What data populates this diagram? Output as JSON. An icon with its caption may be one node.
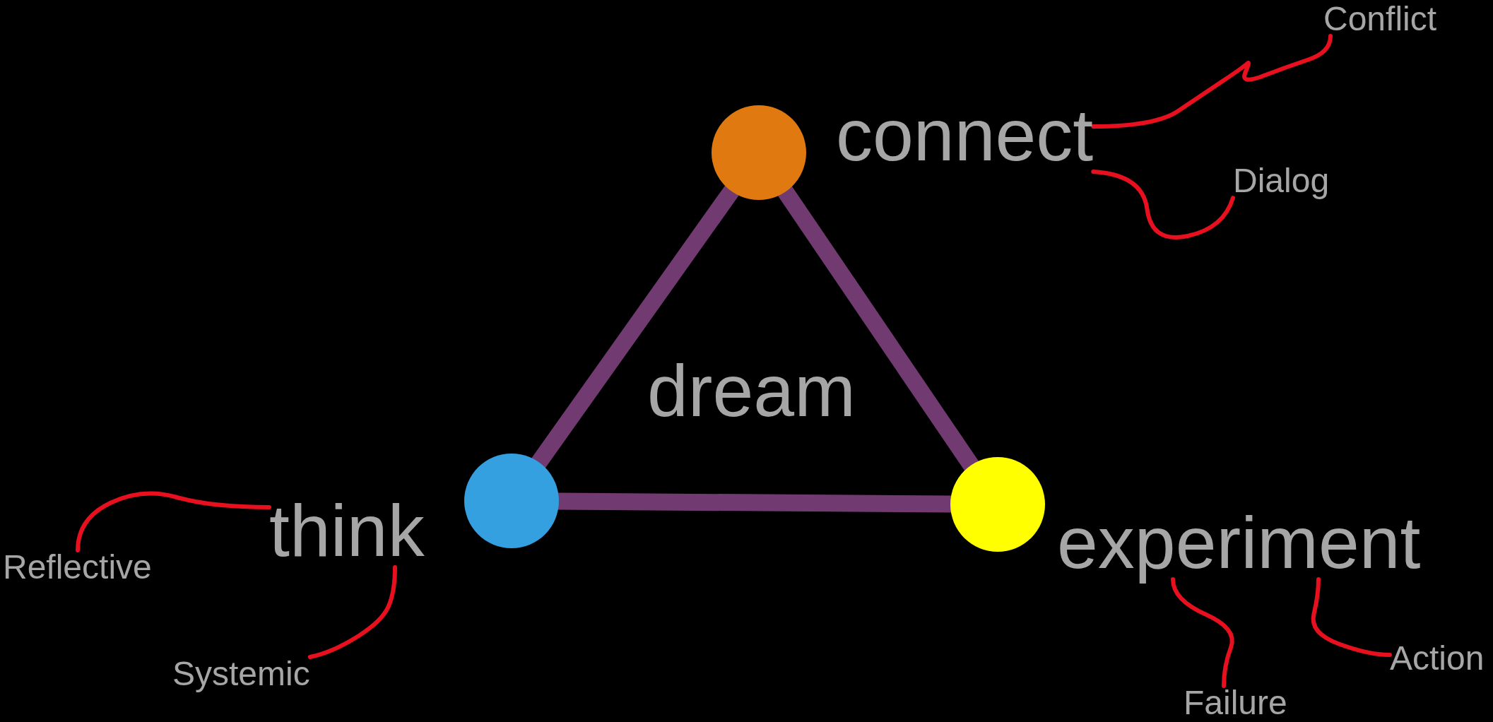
{
  "diagram": {
    "nodes": [
      {
        "text": [],
        "shape": "circle"
      },
      {
        "text": [
          "connect"
        ]
      },
      {
        "text": [
          "Conflict"
        ]
      },
      {
        "text": [
          "Dialog"
        ]
      },
      {
        "text": [],
        "shape": "circle"
      },
      {
        "text": [
          "think"
        ]
      },
      {
        "text": [
          "Reflective"
        ]
      },
      {
        "text": [
          "Systemic"
        ]
      },
      {
        "text": [],
        "shape": "circle"
      },
      {
        "text": [
          "experiment"
        ]
      },
      {
        "text": [
          "Failure"
        ]
      },
      {
        "text": [
          "Action"
        ]
      }
    ],
    "edges": [
      {
        "from": 0,
        "to": 4,
        "arrow": "none",
        "style": "thick",
        "color": "#713b72"
      },
      {
        "from": 0,
        "to": 8,
        "arrow": "none",
        "style": "thick",
        "color": "#713b72"
      },
      {
        "from": 4,
        "to": 8,
        "arrow": "none",
        "style": "thick",
        "color": "#713b72"
      },
      {
        "from": 1,
        "to": 2,
        "arrow": "none"
      },
      {
        "from": 1,
        "to": 3,
        "arrow": "none"
      },
      {
        "from": 5,
        "to": 6,
        "arrow": "none"
      },
      {
        "from": 5,
        "to": 7,
        "arrow": "none"
      },
      {
        "from": 9,
        "to": 10,
        "arrow": "none"
      },
      {
        "from": 9,
        "to": 11,
        "arrow": "none"
      }
    ],
    "labels": [
      "dream"
    ]
  }
}
